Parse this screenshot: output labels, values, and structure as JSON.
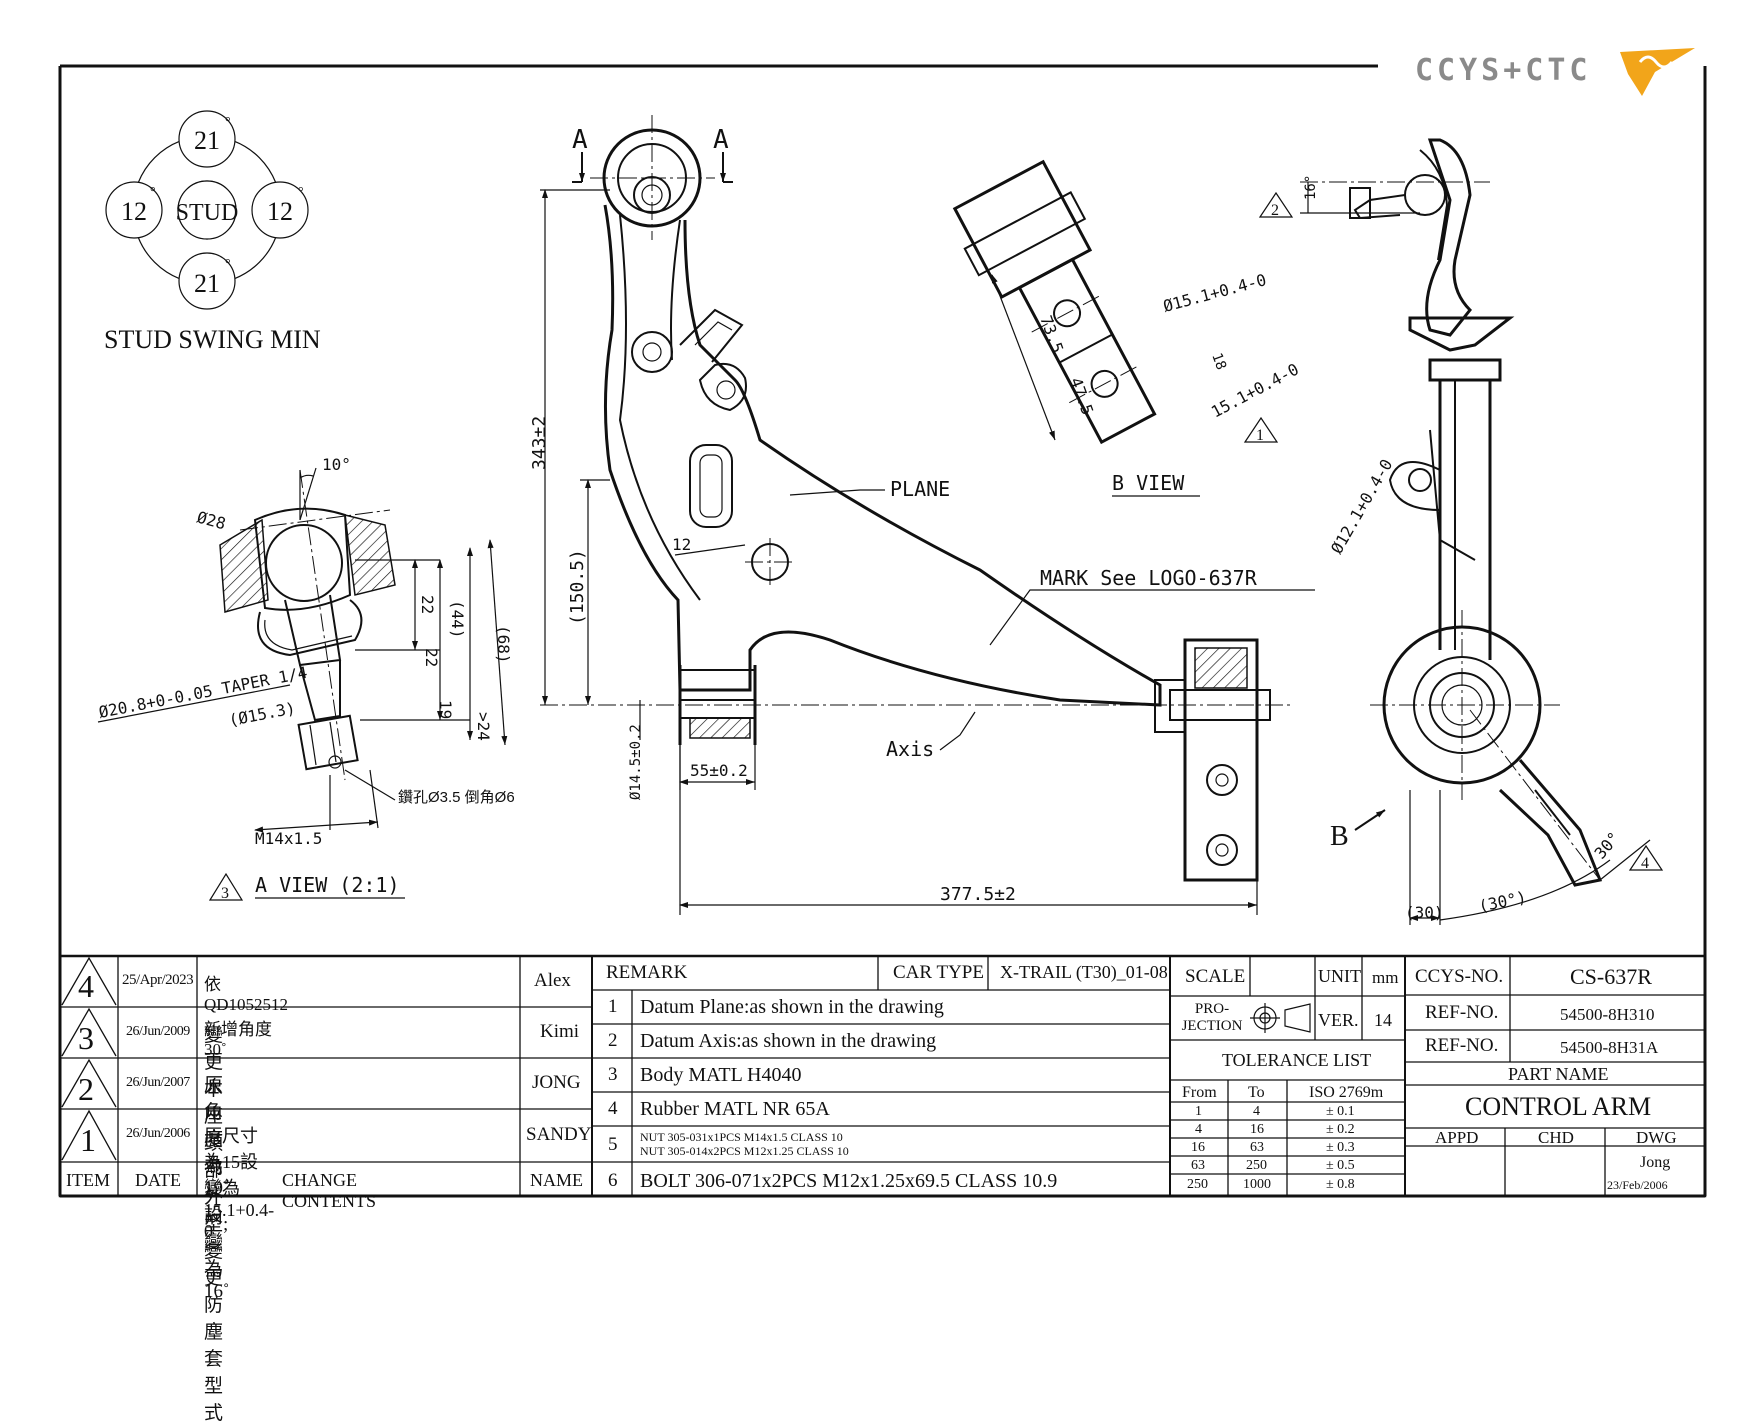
{
  "logo": {
    "text": "CCYS+CTC"
  },
  "stud_swing": {
    "title": "STUD SWING MIN",
    "center": "STUD",
    "top": "21",
    "left": "12",
    "right": "12",
    "bottom": "21",
    "unit": "°"
  },
  "section_labels": {
    "a_left": "A",
    "a_right": "A",
    "b_arrow": "B"
  },
  "main_view": {
    "dim_height": "343±2",
    "dim_mid": "(150.5)",
    "dim_12": "12",
    "dim_bushing": "55±0.2",
    "dim_dia": "Ø14.5±0.2",
    "dim_length": "377.5±2",
    "plane": "PLANE",
    "mark": "MARK See LOGO-637R",
    "axis": "Axis"
  },
  "a_view": {
    "title": "A VIEW (2:1)",
    "rev_marker": "3",
    "angle": "10°",
    "d28": "Ø28",
    "taper": "Ø20.8+0-0.05 TAPER 1/4",
    "d153": "(Ø15.3)",
    "dim22a": "22",
    "dim22b": "22",
    "dim44": "(44)",
    "dim68": "(68)",
    "dim19": "19",
    "dim24": ">24",
    "thread": "M14x1.5",
    "drill": "鑽孔Ø3.5 倒角Ø6"
  },
  "b_view": {
    "title": "B VIEW",
    "rev_marker": "1",
    "d151a": "Ø15.1+0.4-0",
    "d151b": "15.1+0.4-0",
    "dim735": "73.5",
    "dim475": "47.5",
    "dim18": "18"
  },
  "side_view": {
    "rev2": "2",
    "angle16": "16°",
    "d121": "Ø12.1+0.4-0",
    "dim30": "(30)",
    "dim30deg": "(30°)",
    "angle30": "30°",
    "rev4": "4"
  },
  "revisions": [
    {
      "rev": "4",
      "date": "25/Apr/2023",
      "change": "依QD1052512新增角度30˚",
      "name": "Alex"
    },
    {
      "rev": "3",
      "date": "26/Jun/2009",
      "change": "變更本座頭部外型;變更防塵套型式",
      "name": "Kimi"
    },
    {
      "rev": "2",
      "date": "26/Jun/2007",
      "change": "原角度為19˚設變為16˚",
      "name": "JONG"
    },
    {
      "rev": "1",
      "date": "26/Jun/2006",
      "change": "原尺寸為15設變為15.1+0.4-0",
      "name": "SANDY"
    }
  ],
  "rev_headers": {
    "item": "ITEM",
    "date": "DATE",
    "change": "CHANGE CONTENTS",
    "name": "NAME"
  },
  "remarks": {
    "header": "REMARK",
    "car_type_label": "CAR TYPE",
    "car_type": "X-TRAIL (T30)_01-08",
    "items": [
      {
        "no": "1",
        "text": "Datum Plane:as shown in the drawing"
      },
      {
        "no": "2",
        "text": "Datum Axis:as shown in the drawing"
      },
      {
        "no": "3",
        "text": "Body MATL H4040"
      },
      {
        "no": "4",
        "text": "Rubber MATL NR 65A"
      },
      {
        "no": "5",
        "text": "NUT 305-031x1PCS M14x1.5 CLASS 10",
        "text2": "NUT 305-014x2PCS M12x1.25 CLASS 10"
      },
      {
        "no": "6",
        "text": "BOLT 306-071x2PCS M12x1.25x69.5 CLASS 10.9"
      }
    ]
  },
  "title_block": {
    "scale_label": "SCALE",
    "unit_label": "UNIT",
    "unit": "mm",
    "projection": "PRO-JECTION",
    "ver_label": "VER.",
    "ver": "14",
    "tolerance_title": "TOLERANCE LIST",
    "tol_headers": [
      "From",
      "To",
      "ISO 2769m"
    ],
    "tolerances": [
      [
        "1",
        "4",
        "± 0.1"
      ],
      [
        "4",
        "16",
        "± 0.2"
      ],
      [
        "16",
        "63",
        "± 0.3"
      ],
      [
        "63",
        "250",
        "± 0.5"
      ],
      [
        "250",
        "1000",
        "± 0.8"
      ]
    ],
    "ccys_no_label": "CCYS-NO.",
    "ccys_no": "CS-637R",
    "ref_label_1": "REF-NO.",
    "ref_1": "54500-8H310",
    "ref_label_2": "REF-NO.",
    "ref_2": "54500-8H31A",
    "part_name_label": "PART NAME",
    "part_name": "CONTROL ARM",
    "appd": "APPD",
    "chd": "CHD",
    "dwg": "DWG",
    "drawer": "Jong",
    "dwg_date": "23/Feb/2006"
  },
  "colors": {
    "logo_accent": "#f2a51a",
    "logo_gray": "#8a8a8a",
    "line": "#111111"
  }
}
